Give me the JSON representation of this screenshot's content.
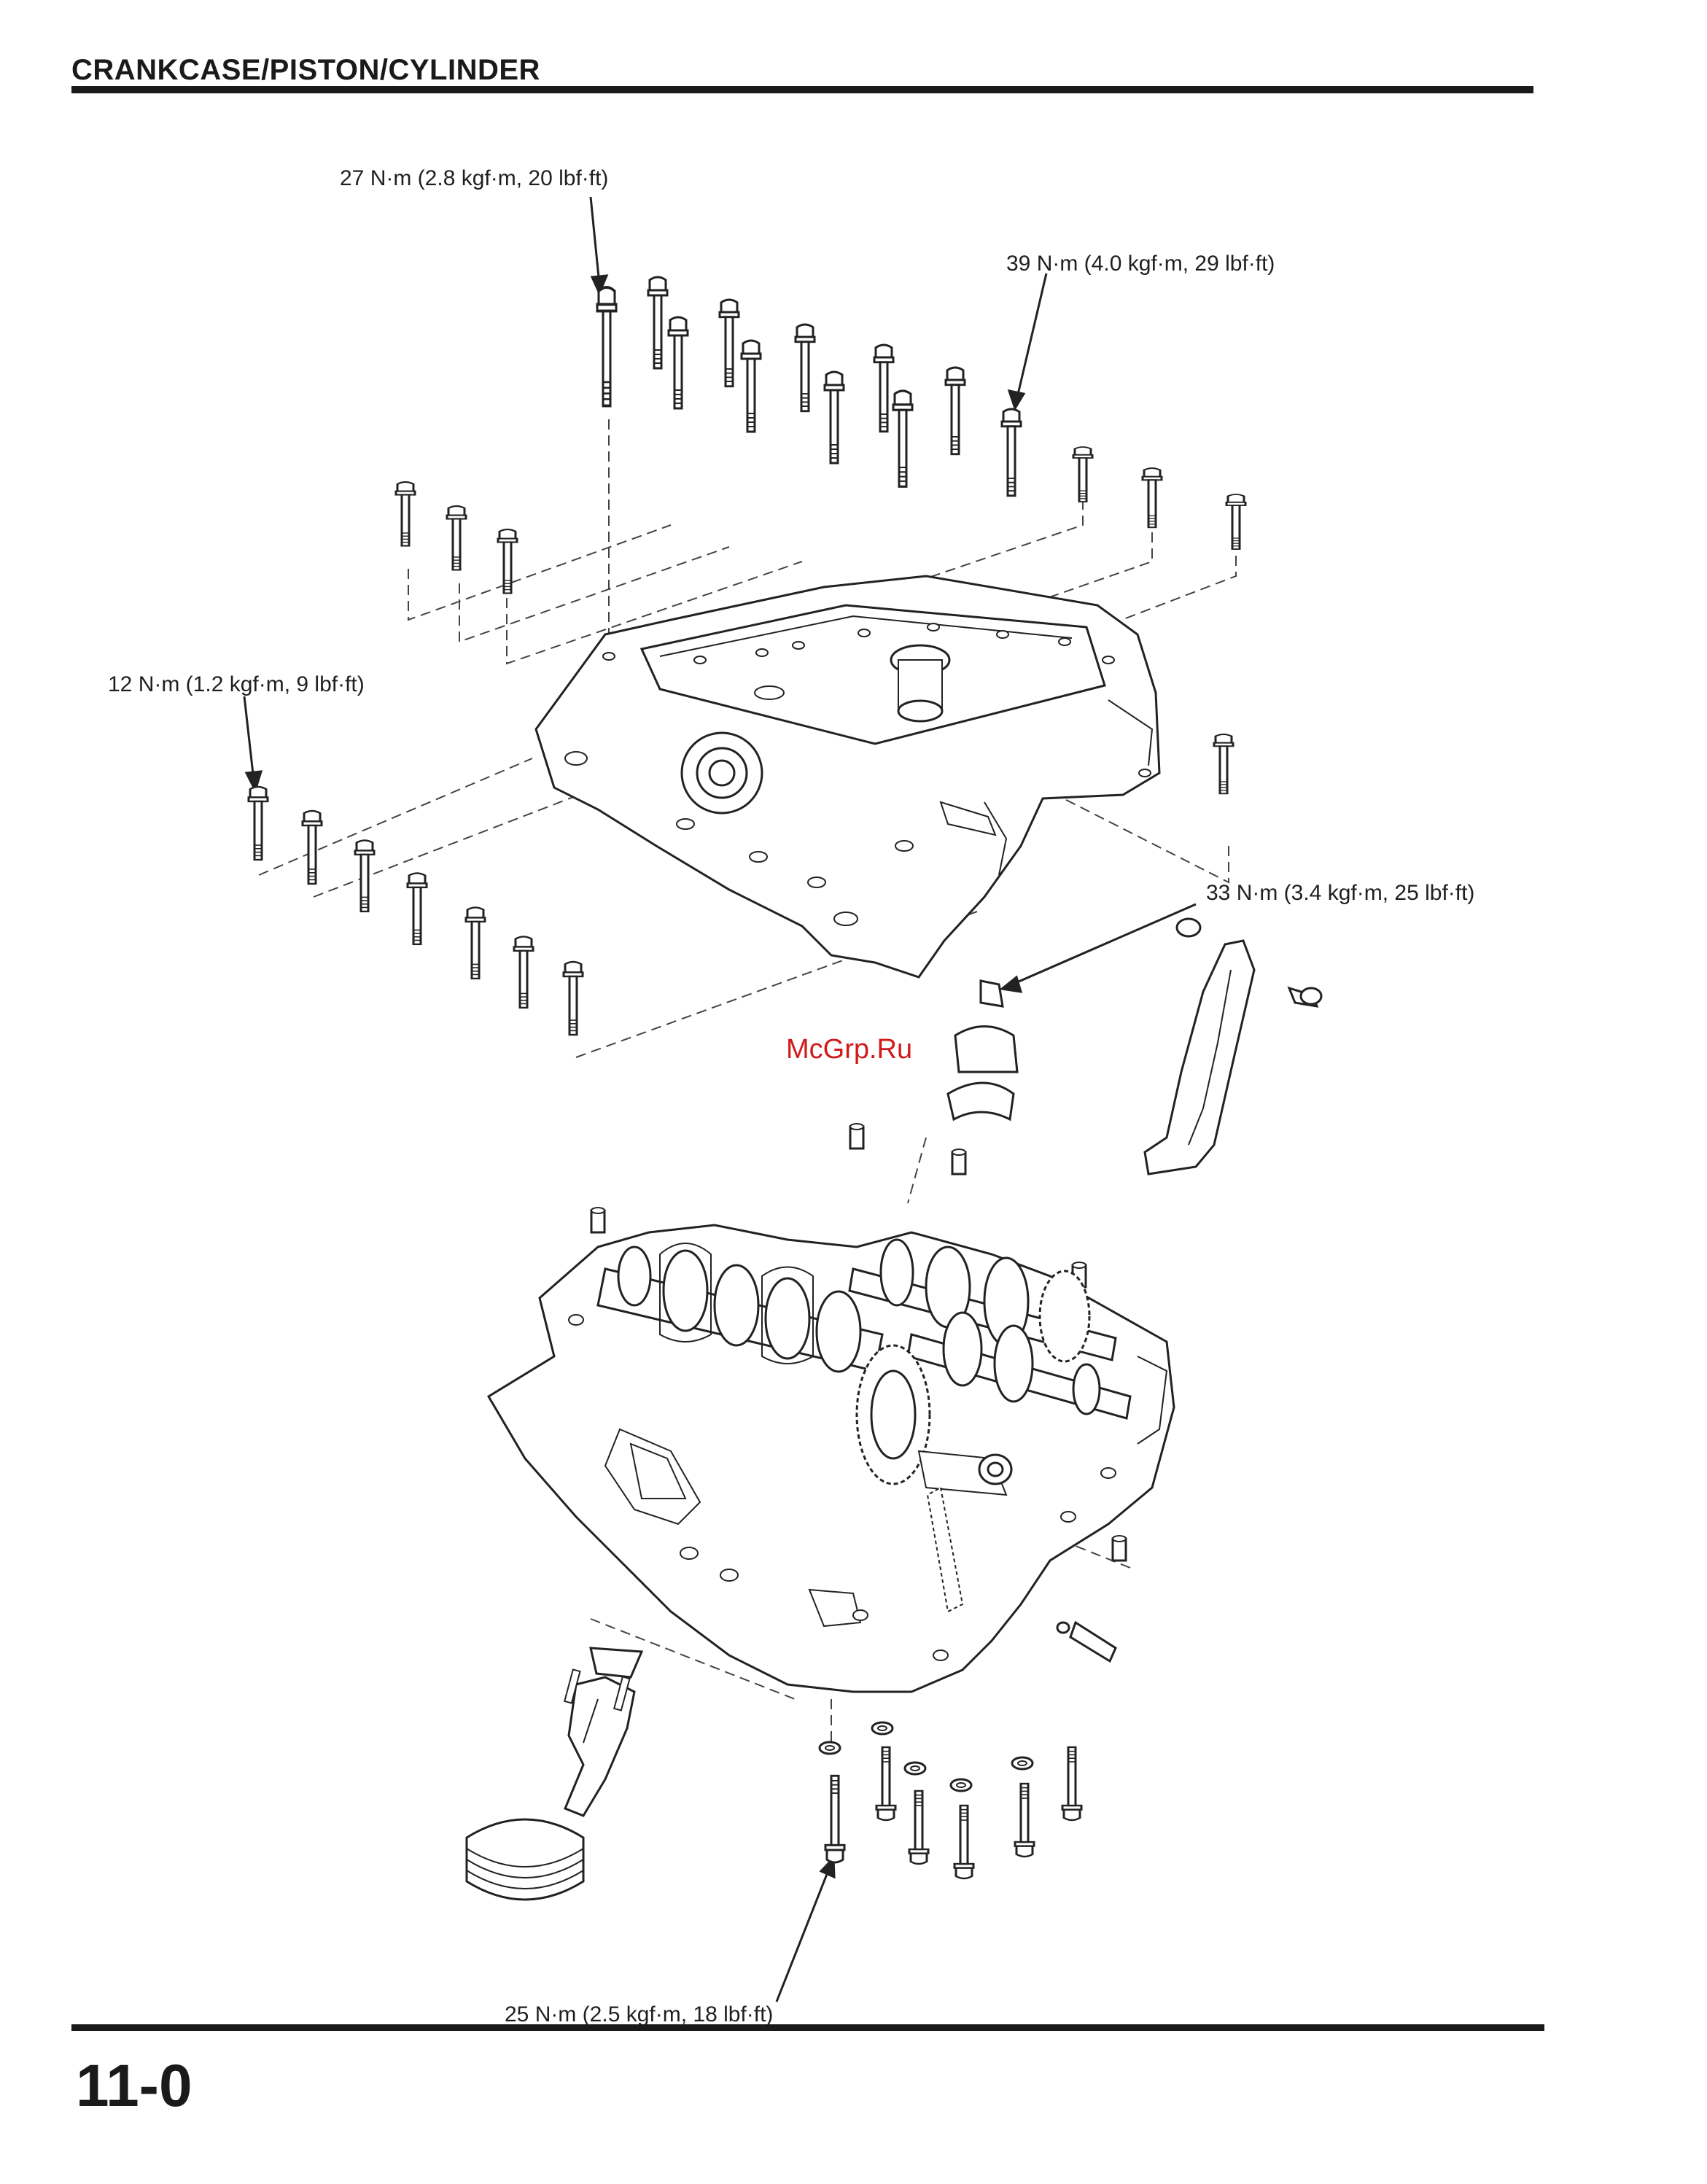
{
  "header": {
    "title": "CRANKCASE/PISTON/CYLINDER"
  },
  "footer": {
    "page_number": "11-0"
  },
  "watermark": "McGrp.Ru",
  "torque_specs": {
    "upper_case_bolts": "27 N·m (2.8 kgf·m, 20 lbf·ft)",
    "upper_case_long_bolt": "39 N·m (4.0 kgf·m, 29 lbf·ft)",
    "side_bolts": "12 N·m (1.2 kgf·m, 9 lbf·ft)",
    "cam_chain_tensioner": "33 N·m (3.4 kgf·m, 25 lbf·ft)",
    "lower_case_bolts": "25 N·m (2.5 kgf·m, 18 lbf·ft)"
  },
  "colors": {
    "ink": "#1a1a1a",
    "watermark": "#d11a1a",
    "background": "#ffffff"
  }
}
